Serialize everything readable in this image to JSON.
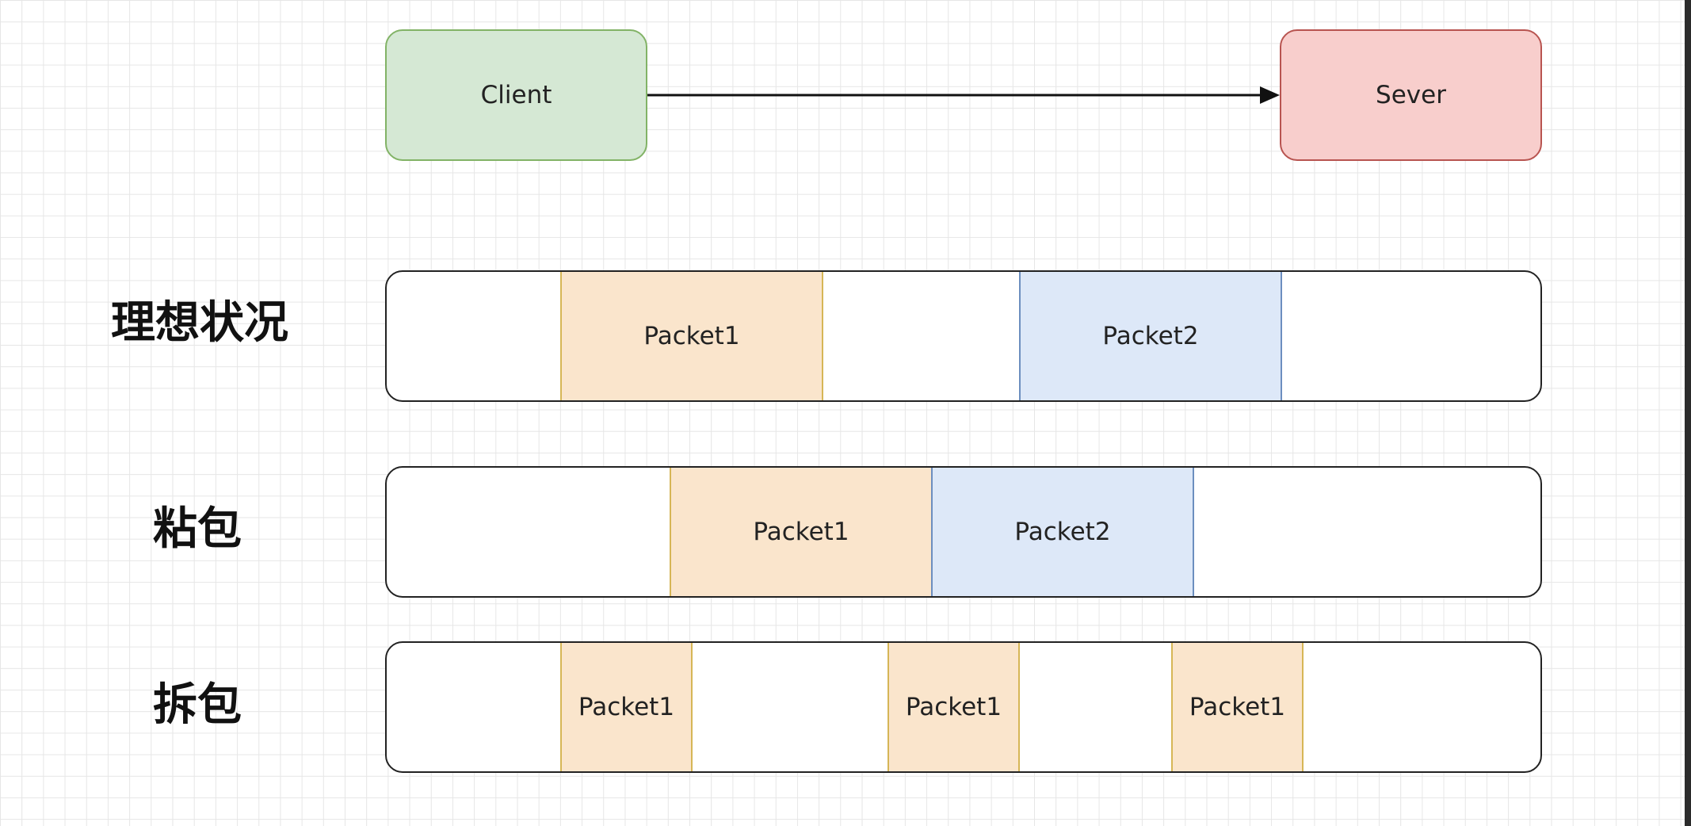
{
  "nodes": {
    "client": "Client",
    "server": "Sever"
  },
  "rows": [
    {
      "label": "理想状况",
      "packets": [
        {
          "name": "Packet1",
          "kind": "p1"
        },
        {
          "name": "Packet2",
          "kind": "p2"
        }
      ]
    },
    {
      "label": "粘包",
      "packets": [
        {
          "name": "Packet1",
          "kind": "p1"
        },
        {
          "name": "Packet2",
          "kind": "p2"
        }
      ]
    },
    {
      "label": "拆包",
      "packets": [
        {
          "name": "Packet1",
          "kind": "p1"
        },
        {
          "name": "Packet1",
          "kind": "p1"
        },
        {
          "name": "Packet1",
          "kind": "p1"
        }
      ]
    }
  ],
  "colors": {
    "client_fill": "#d5e8d4",
    "server_fill": "#f8cecc",
    "packet1_fill": "#fae5cc",
    "packet2_fill": "#dde8f8"
  }
}
